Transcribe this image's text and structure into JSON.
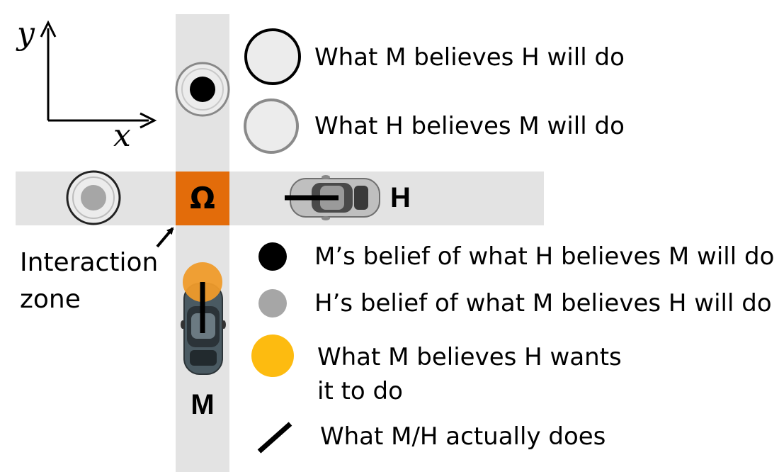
{
  "axes": {
    "x_label": "x",
    "y_label": "y"
  },
  "zone": {
    "symbol": "Ω",
    "label_line1": "Interaction",
    "label_line2": "zone"
  },
  "cars": {
    "human": "H",
    "machine": "M"
  },
  "legend": [
    {
      "key": "m_believes_h_do",
      "text": "What M believes H will do"
    },
    {
      "key": "h_believes_m_do",
      "text": "What H believes M will do"
    },
    {
      "key": "m_belief_h_believes_m",
      "text": "M’s belief of what H believes M will do"
    },
    {
      "key": "h_belief_m_believes_h",
      "text": "H’s belief of what M believes H will do"
    },
    {
      "key": "m_believes_h_wants_line1",
      "text": "What M believes H wants"
    },
    {
      "key": "m_believes_h_wants_line2",
      "text": "it to do"
    },
    {
      "key": "actual",
      "text": "What M/H actually does"
    }
  ],
  "colors": {
    "road": "#e3e3e3",
    "zone": "#e36c0a",
    "orange_marker": "#ef9b2a",
    "legend_yellow": "#fdbb10",
    "black_dot": "#000000",
    "gray_dot": "#a6a6a6",
    "human_car": "#bfbfbf",
    "machine_car": "#4a5a62"
  }
}
